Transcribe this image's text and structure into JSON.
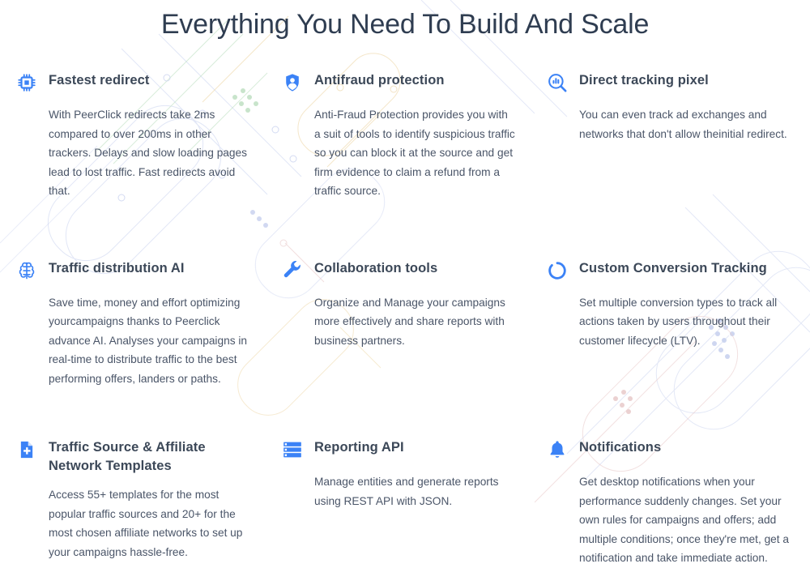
{
  "page": {
    "title": "Everything You Need To Build And Scale",
    "background_color": "#ffffff",
    "accent_color": "#3b82f6",
    "title_color": "#2f3d51",
    "body_text_color": "#4a5568"
  },
  "features": [
    {
      "id": "fastest-redirect",
      "icon": "cpu-chip-icon",
      "title": "Fastest redirect",
      "body": "With PeerClick redirects take 2ms compared to over 200ms in other trackers. Delays and slow loading pages lead to lost traffic. Fast redirects avoid that."
    },
    {
      "id": "antifraud-protection",
      "icon": "shield-user-icon",
      "title": "Antifraud protection",
      "body": "Anti-Fraud Protection provides you with a suit of tools to identify suspicious traffic so you can block it at the source and get firm evidence to claim a refund from a traffic source."
    },
    {
      "id": "direct-tracking-pixel",
      "icon": "magnifier-chart-icon",
      "title": "Direct tracking pixel",
      "body": "You can even track ad exchanges and networks that don't allow theinitial redirect."
    },
    {
      "id": "traffic-distribution-ai",
      "icon": "brain-circuit-icon",
      "title": "Traffic distribution AI",
      "body": "Save time, money and effort optimizing yourcampaigns thanks to Peerclick advance AI. Analyses your campaigns in real-time to distribute traffic to the best performing offers, landers or paths."
    },
    {
      "id": "collaboration-tools",
      "icon": "wrench-icon",
      "title": "Collaboration tools",
      "body": "Organize and Manage your campaigns more effectively and share reports with business partners."
    },
    {
      "id": "custom-conversion-tracking",
      "icon": "refresh-ring-icon",
      "title": "Custom Conversion Tracking",
      "body": "Set multiple conversion types to track all actions taken by users throughout their customer lifecycle (LTV)."
    },
    {
      "id": "traffic-source-templates",
      "icon": "document-plus-icon",
      "title": "Traffic Source & Affiliate Network Templates",
      "body": "Access 55+ templates for the most popular traffic sources and 20+ for the most chosen affiliate networks to set up your campaigns hassle-free."
    },
    {
      "id": "reporting-api",
      "icon": "list-rows-icon",
      "title": "Reporting API",
      "body": "Manage entities and generate reports using REST API with JSON."
    },
    {
      "id": "notifications",
      "icon": "bell-icon",
      "title": "Notifications",
      "body": "Get desktop notifications when your performance suddenly changes. Set your own rules for campaigns and offers; add multiple conditions; once they're met, get a notification and take immediate action."
    }
  ]
}
